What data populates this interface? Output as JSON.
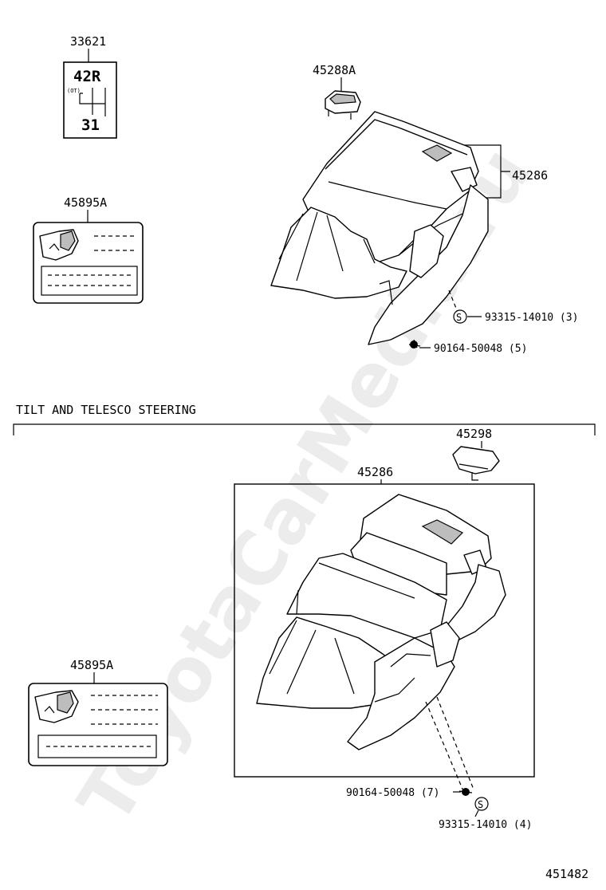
{
  "section_title": "TILT AND TELESCO STEERING",
  "diagram_id": "451482",
  "watermark": "ToyotaCarMedia.ru",
  "shift_pattern": {
    "top": "42R",
    "bottom": "31",
    "od": "(OT)"
  },
  "upper": {
    "label_33621": "33621",
    "label_45895A": "45895A",
    "label_45288A": "45288A",
    "label_45286": "45286",
    "screw": "93315-14010 (3)",
    "clip": "90164-50048 (5)",
    "s_mark": "S"
  },
  "lower": {
    "label_45298": "45298",
    "label_45286": "45286",
    "label_45895A": "45895A",
    "clip": "90164-50048 (7)",
    "screw": "93315-14010 (4)",
    "s_mark": "S"
  }
}
